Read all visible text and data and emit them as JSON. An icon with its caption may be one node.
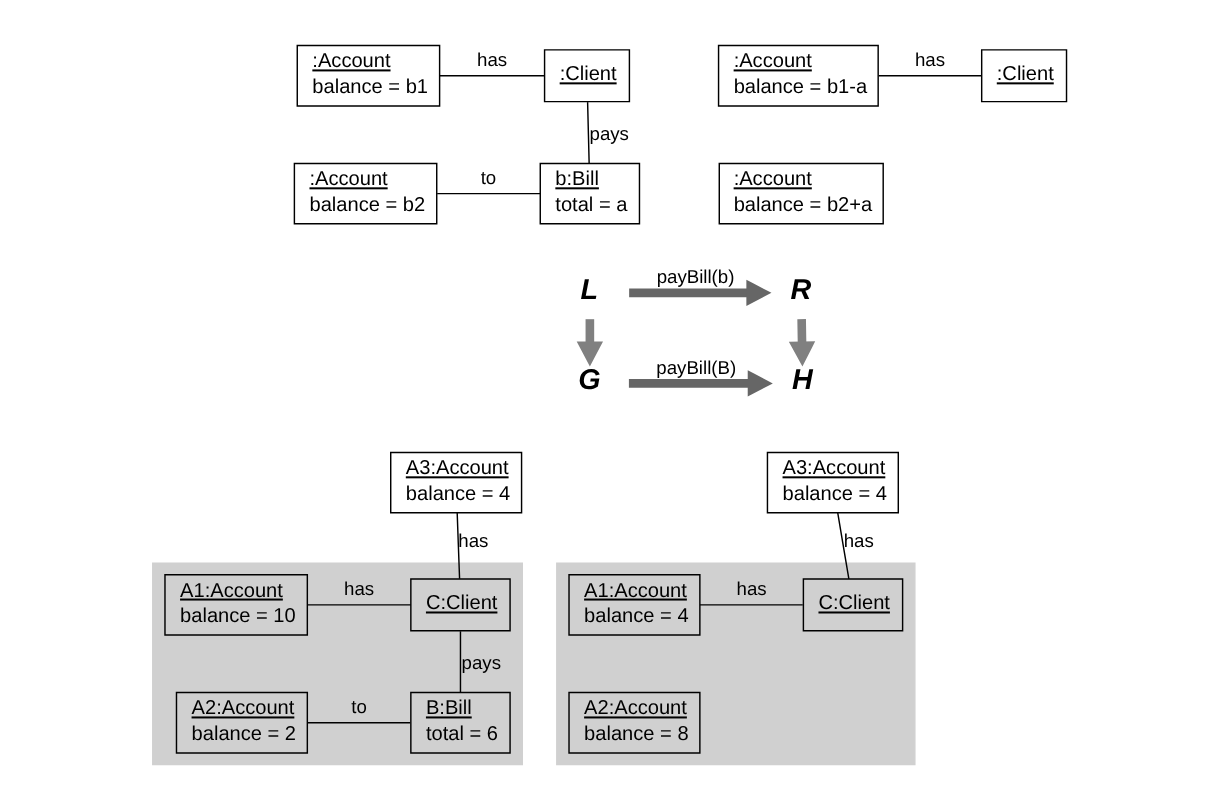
{
  "diagram": {
    "nodes": [
      {
        "text": [
          ":Account",
          "balance = b1"
        ]
      },
      {
        "text": [
          ":Client"
        ]
      },
      {
        "text": [
          ":Account",
          "balance = b2"
        ]
      },
      {
        "text": [
          "b:Bill",
          "total = a"
        ]
      },
      {
        "text": [
          "L"
        ]
      },
      {
        "text": [
          ":Account",
          "balance = b1-a"
        ]
      },
      {
        "text": [
          ":Client"
        ]
      },
      {
        "text": [
          ":Account",
          "balance = b2+a"
        ]
      },
      {
        "text": [
          "R"
        ]
      },
      {
        "text": [
          "G"
        ]
      },
      {
        "text": [
          "H"
        ]
      },
      {
        "text": [
          "A3:Account",
          "balance = 4"
        ]
      },
      {
        "text": [],
        "shape": "box"
      },
      {
        "text": [
          "A1:Account",
          "balance = 10"
        ],
        "in": 12
      },
      {
        "text": [
          "C:Client"
        ],
        "in": 12
      },
      {
        "text": [
          "A2:Account",
          "balance = 2"
        ],
        "in": 12
      },
      {
        "text": [
          "B:Bill",
          "total = 6"
        ],
        "in": 12
      },
      {
        "text": [
          "A3:Account",
          "balance = 4"
        ]
      },
      {
        "text": [],
        "shape": "box"
      },
      {
        "text": [
          "A1:Account",
          "balance = 4"
        ],
        "in": 18
      },
      {
        "text": [
          "C:Client"
        ],
        "in": 18
      },
      {
        "text": [
          "A2:Account",
          "balance = 8"
        ],
        "in": 18
      }
    ],
    "edges": [
      {
        "from": 0,
        "to": 1,
        "arrow": "none",
        "label": "has"
      },
      {
        "from": 1,
        "to": 3,
        "arrow": "none",
        "label": "pays"
      },
      {
        "from": 2,
        "to": 3,
        "arrow": "none",
        "label": "to"
      },
      {
        "from": 5,
        "to": 6,
        "arrow": "none",
        "label": "has"
      },
      {
        "from": 4,
        "to": 8,
        "arrow": "to",
        "label": "payBill(b)",
        "style": "thick",
        "color": "#666666"
      },
      {
        "from": 4,
        "to": 9,
        "arrow": "to",
        "style": "thick",
        "color": "#808080"
      },
      {
        "from": 8,
        "to": 10,
        "arrow": "to",
        "style": "thick",
        "color": "#808080"
      },
      {
        "from": 9,
        "to": 10,
        "arrow": "to",
        "label": "payBill(B)",
        "style": "thick",
        "color": "#666666"
      },
      {
        "from": 11,
        "to": 14,
        "arrow": "none",
        "label": "has"
      },
      {
        "from": 13,
        "to": 14,
        "arrow": "none",
        "label": "has"
      },
      {
        "from": 14,
        "to": 16,
        "arrow": "none",
        "label": "pays"
      },
      {
        "from": 15,
        "to": 16,
        "arrow": "none",
        "label": "to"
      },
      {
        "from": 17,
        "to": 20,
        "arrow": "none",
        "label": "has"
      },
      {
        "from": 19,
        "to": 20,
        "arrow": "none",
        "label": "has"
      }
    ]
  }
}
